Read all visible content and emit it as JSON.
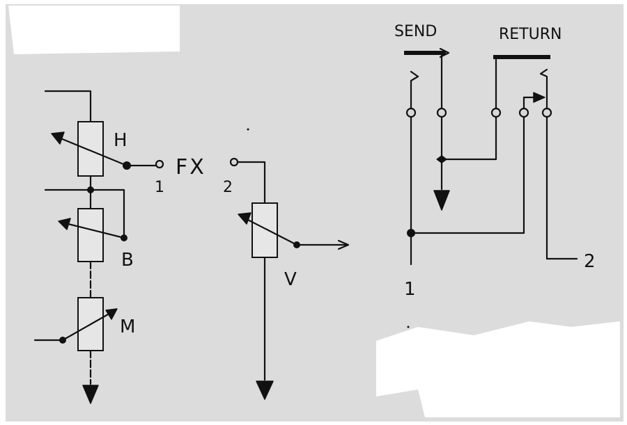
{
  "labels": {
    "treble": "H",
    "bass": "B",
    "middle": "M",
    "volume": "V",
    "fx": "FX",
    "fx_in": "1",
    "fx_out": "2",
    "send": "SEND",
    "return": "RETURN",
    "jack_tip1": "1",
    "jack_tip2": "2"
  },
  "colors": {
    "paper": "#dcdcdc",
    "ink": "#111111"
  }
}
